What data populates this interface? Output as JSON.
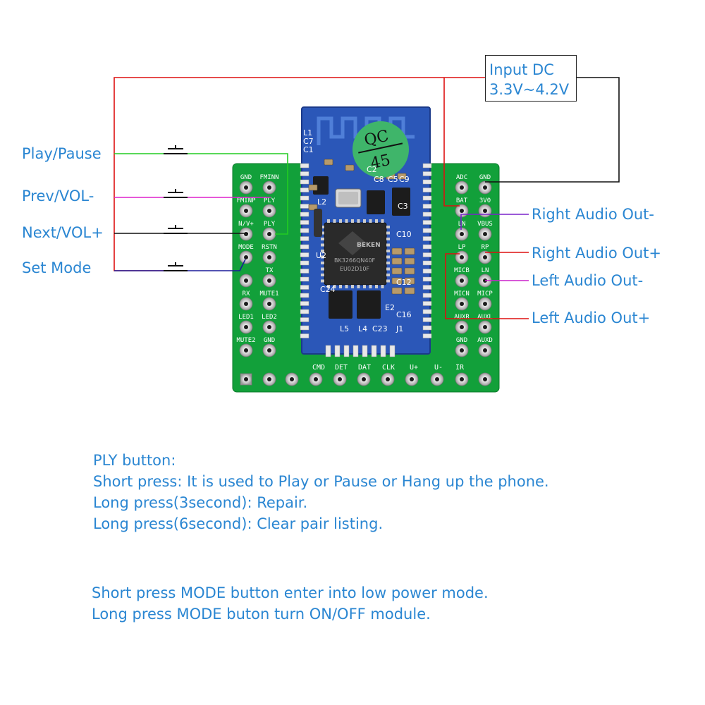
{
  "power": {
    "line1": "Input DC",
    "line2": "3.3V~4.2V"
  },
  "buttons": [
    {
      "label": "Play/Pause",
      "color": "#22cc22"
    },
    {
      "label": "Prev/VOL-",
      "color": "#dd22cc"
    },
    {
      "label": "Next/VOL+",
      "color": "#111111"
    },
    {
      "label": "Set Mode",
      "color": "#1a1a9a"
    }
  ],
  "outputs": [
    {
      "label": "Right Audio Out-",
      "color": "#7a22cc"
    },
    {
      "label": "Right Audio Out+",
      "color": "#dd1111"
    },
    {
      "label": "Left Audio Out-",
      "color": "#cc22cc"
    },
    {
      "label": "Left Audio Out+",
      "color": "#dd1111"
    }
  ],
  "board": {
    "left_pins": [
      [
        "GND",
        "FMINN"
      ],
      [
        "FMINP",
        "PLY"
      ],
      [
        "N/V+",
        "PLY"
      ],
      [
        "MODE",
        "RSTN"
      ],
      [
        "",
        "TX"
      ],
      [
        "RX",
        "MUTE1"
      ],
      [
        "LED1",
        "LED2"
      ],
      [
        "MUTE2",
        "GND"
      ]
    ],
    "right_pins": [
      [
        "ADC",
        "GND"
      ],
      [
        "BAT",
        "3V0"
      ],
      [
        "LN",
        "VBUS"
      ],
      [
        "LP",
        "RP"
      ],
      [
        "MICB",
        "LN"
      ],
      [
        "MICN",
        "MICP"
      ],
      [
        "AUXR",
        "AUXL"
      ],
      [
        "GND",
        "AUXD"
      ]
    ],
    "bottom_pins": [
      "CMD",
      "DET",
      "DAT",
      "CLK",
      "U+",
      "U-",
      "IR"
    ],
    "module_marks": [
      "L1",
      "C7",
      "C1",
      "C2",
      "C8",
      "C5",
      "C9",
      "C3",
      "C10",
      "L2",
      "U2",
      "C24",
      "C12",
      "C16",
      "L5",
      "L4",
      "C23",
      "J1",
      "E2"
    ],
    "chip_text": [
      "BEKEN",
      "BK3266QN40F",
      "EU02D10F"
    ],
    "qc": {
      "top": "QC",
      "bottom": "45"
    }
  },
  "colors": {
    "power_positive": "#dd1111",
    "power_negative": "#111111",
    "pcb": "#12a03a",
    "module": "#2b57b8"
  },
  "notes": {
    "ply_title": "PLY button:",
    "ply_short": "Short press: It is used to Play or Pause or Hang up the phone.",
    "ply_long3": "Long press(3second): Repair.",
    "ply_long6": "Long press(6second): Clear pair listing.",
    "mode_short": "Short press MODE button enter into low power mode.",
    "mode_long": "Long press MODE buton turn ON/OFF module."
  }
}
